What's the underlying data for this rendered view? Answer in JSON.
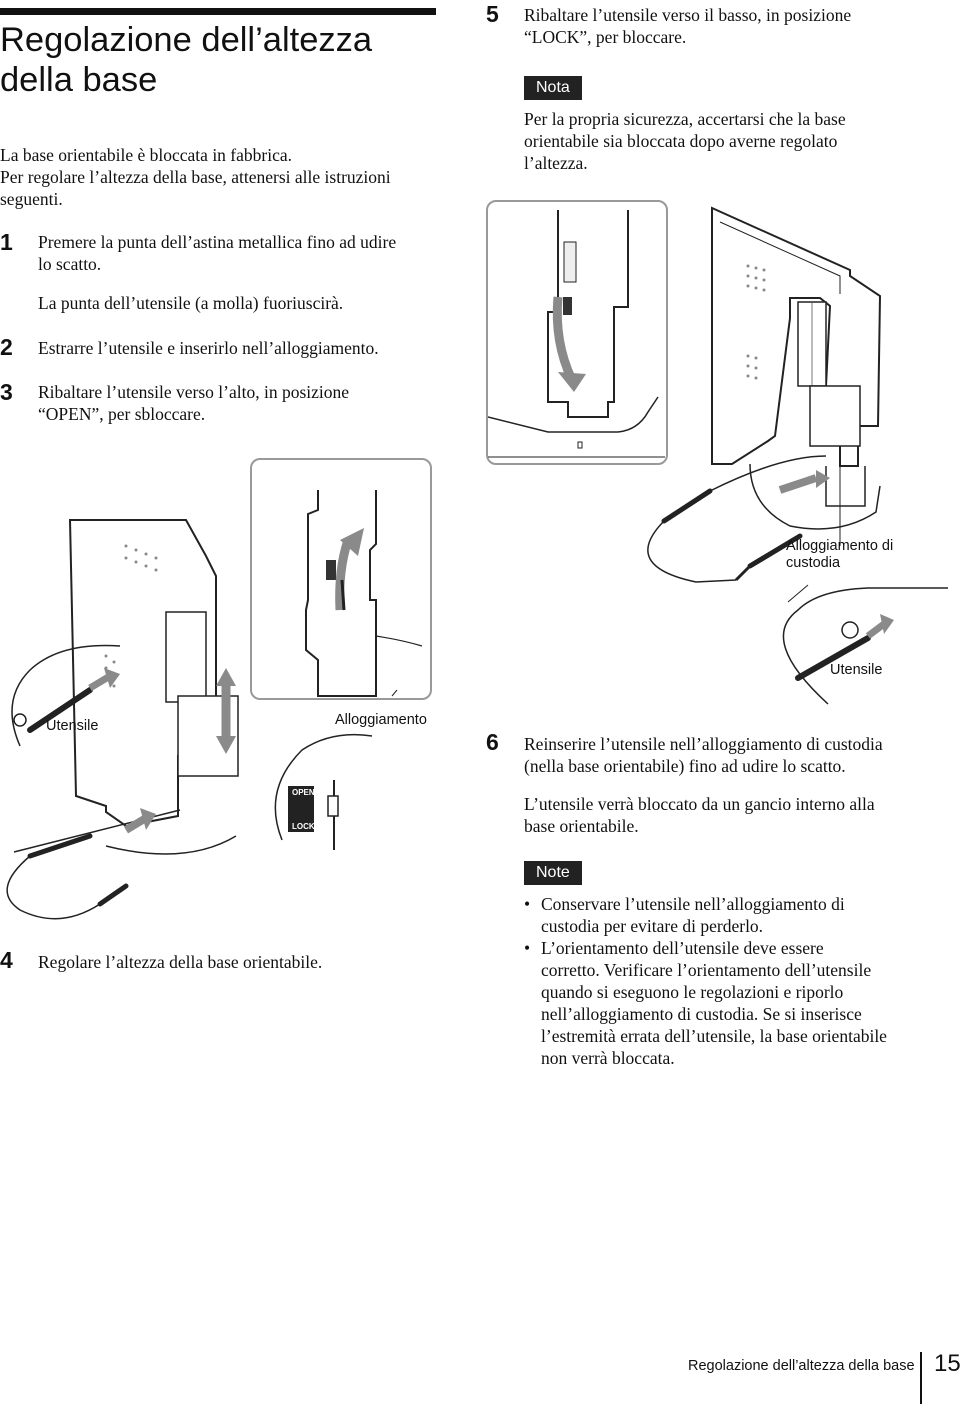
{
  "section": {
    "title_line1": "Regolazione dell’altezza",
    "title_line2": "della base",
    "intro_line1": "La base orientabile è bloccata in fabbrica.",
    "intro_line2": "Per regolare l’altezza della base, attenersi alle istruzioni",
    "intro_line3": "seguenti."
  },
  "steps": [
    {
      "number": "1",
      "line1": "Premere la punta dell’astina metallica fino ad udire",
      "line2": "lo scatto.",
      "sub": "La punta dell’utensile (a molla) fuoriuscirà."
    },
    {
      "number": "2",
      "line1": "Estrarre l’utensile e inserirlo nell’alloggiamento."
    },
    {
      "number": "3",
      "line1": "Ribaltare l’utensile verso l’alto, in posizione",
      "line2": "“OPEN”, per sbloccare."
    },
    {
      "number": "4",
      "line1": "Regolare l’altezza della base orientabile."
    },
    {
      "number": "5",
      "line1": "Ribaltare l’utensile verso il basso, in posizione",
      "line2": "“LOCK”, per bloccare."
    },
    {
      "number": "6",
      "line1": "Reinserire l’utensile nell’alloggiamento di custodia",
      "line2": "(nella base orientabile) fino ad udire lo scatto.",
      "sub_line1": "L’utensile verrà bloccato da un gancio interno alla",
      "sub_line2": "base orientabile."
    }
  ],
  "nota": {
    "label": "Nota",
    "line1": "Per la propria sicurezza, accertarsi che la base",
    "line2": "orientabile sia bloccata dopo averne regolato",
    "line3": "l’altezza."
  },
  "note": {
    "label": "Note",
    "bullet1_line1": "Conservare l’utensile nell’alloggiamento di",
    "bullet1_line2": "custodia per evitare di perderlo.",
    "bullet2_line1": "L’orientamento dell’utensile deve essere",
    "bullet2_line2": "corretto. Verificare l’orientamento dell’utensile",
    "bullet2_line3": "quando si eseguono le regolazioni e riporlo",
    "bullet2_line4": "nell’alloggiamento di custodia. Se si inserisce",
    "bullet2_line5": "l’estremità errata dell’utensile, la base orientabile",
    "bullet2_line6": "non verrà bloccata."
  },
  "labels": {
    "alloggiamento_custodia_1": "Alloggiamento di",
    "alloggiamento_custodia_2": "custodia",
    "utensile_right": "Utensile",
    "utensile_left": "Utensile",
    "alloggiamento": "Alloggiamento",
    "open": "OPEN",
    "lock": "LOCK"
  },
  "footer": {
    "running_title": "Regolazione dell’altezza della base",
    "page_number": "15"
  },
  "colors": {
    "badge_bg": "#222222",
    "frame": "#999999",
    "arrow": "#8a8a8a"
  }
}
